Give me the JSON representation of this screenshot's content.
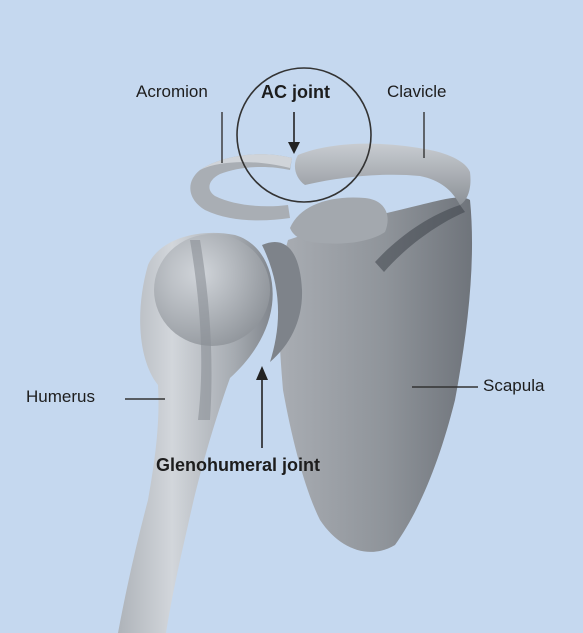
{
  "diagram": {
    "labels": {
      "acromion": "Acromion",
      "ac_joint": "AC joint",
      "clavicle": "Clavicle",
      "humerus": "Humerus",
      "scapula": "Scapula",
      "glenohumeral_joint": "Glenohumeral joint"
    },
    "colors": {
      "background": "#c5d8ef",
      "bone_light": "#c9cdd2",
      "bone_mid": "#9ea3a9",
      "bone_dark": "#767b82",
      "leader_line": "#333333"
    }
  }
}
